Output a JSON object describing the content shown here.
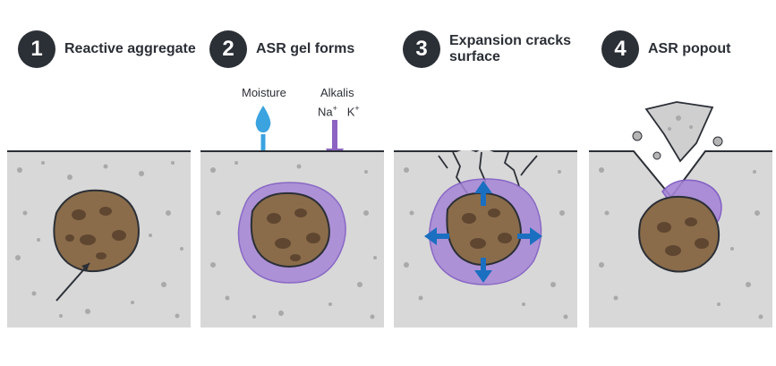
{
  "steps": [
    {
      "number": "1",
      "title": "Reactive aggregate"
    },
    {
      "number": "2",
      "title": "ASR gel forms"
    },
    {
      "number": "3",
      "title": "Expansion cracks surface"
    },
    {
      "number": "4",
      "title": "ASR popout"
    }
  ],
  "labels": {
    "moisture": "Moisture",
    "alkalis": "Alkalis",
    "sodium": "Na",
    "potassium": "K",
    "charge": "+"
  },
  "colors": {
    "concrete": "#d8d8d8",
    "aggregate": "#8a6c4a",
    "gel": "#a685d6",
    "water": "#3aa3e0",
    "arrow_blue": "#1b6fc0",
    "alkali_arrow": "#8c62c2",
    "badge": "#2b2f36"
  }
}
